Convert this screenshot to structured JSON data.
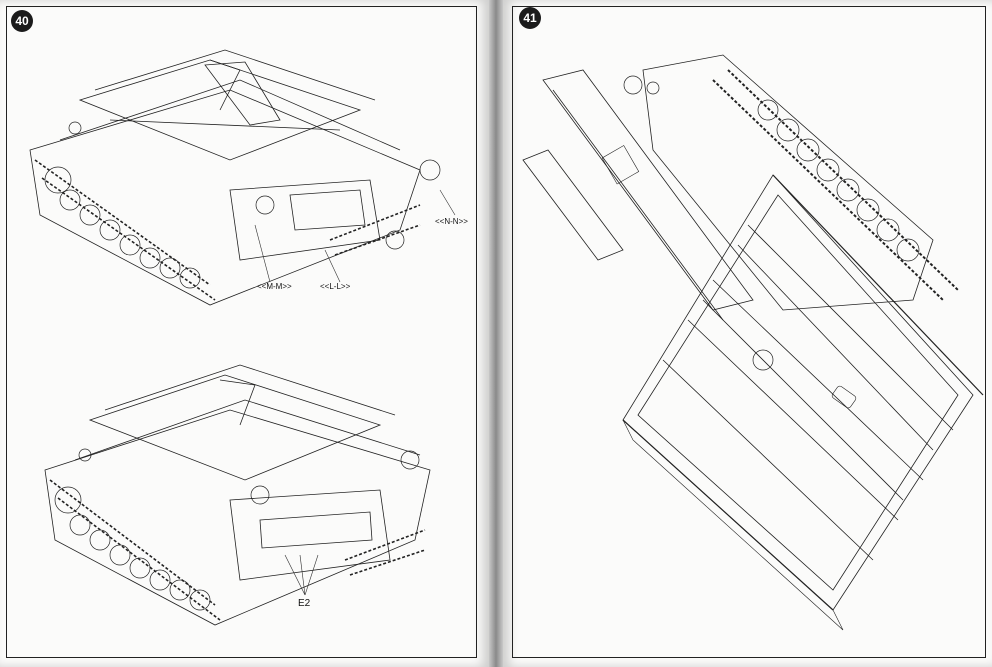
{
  "left_page": {
    "step_top": "40",
    "callouts": [
      "<<N-N>>",
      "<<M-M>>",
      "<<L-L>>"
    ],
    "part_label": "E2"
  },
  "right_page": {
    "step": "41"
  }
}
